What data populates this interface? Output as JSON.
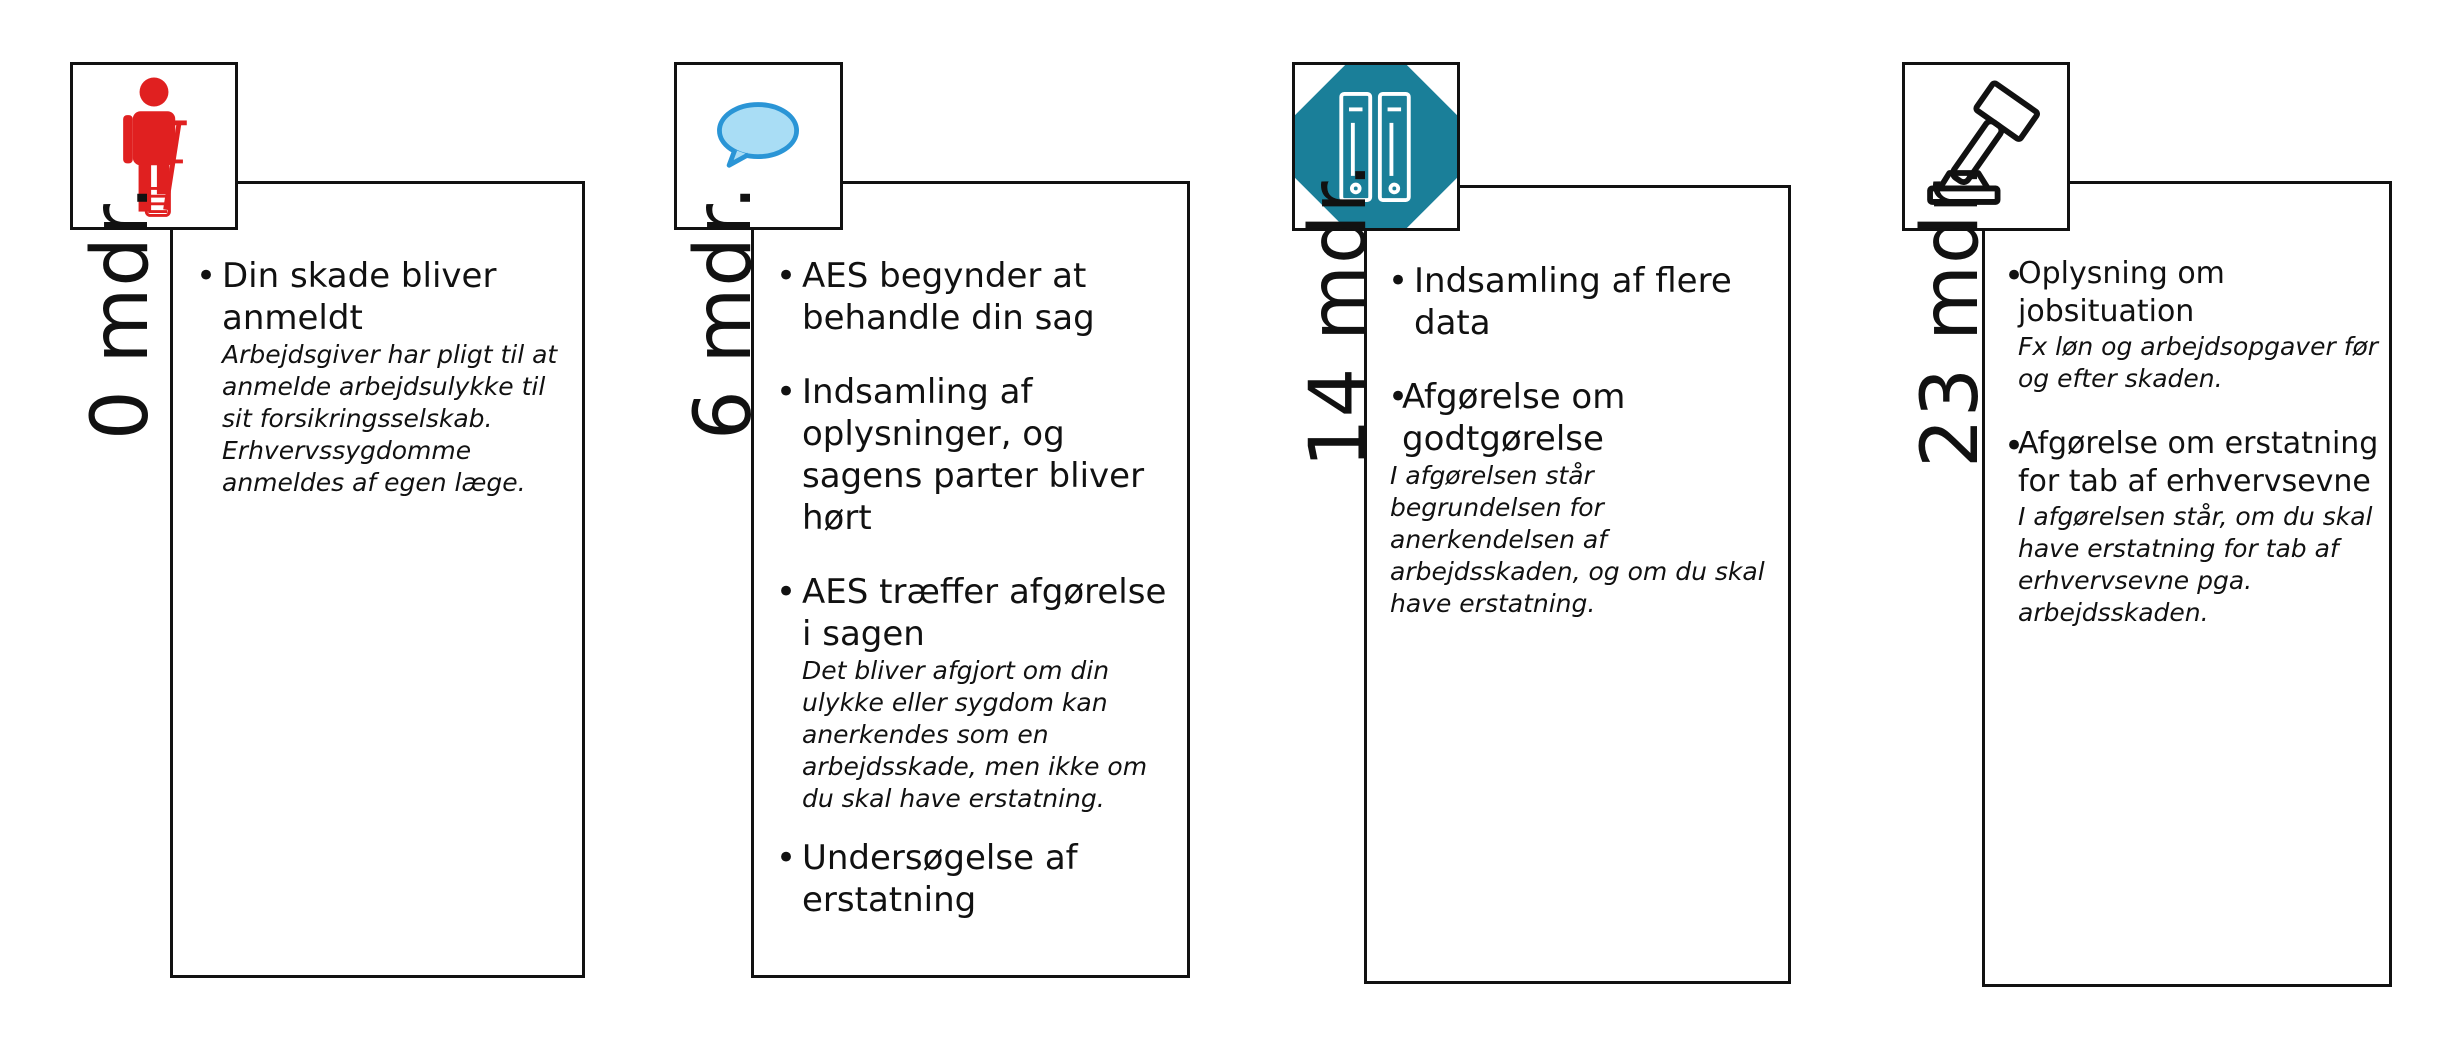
{
  "phases": [
    {
      "month": "0 mdr.",
      "icon": "injured-person-crutch-icon",
      "icon_color": "#e02020",
      "items": [
        {
          "head": "Din skade bliver anmeldt",
          "note": "Arbejdsgiver har pligt til at anmelde arbejdsulykke til sit forsikringsselskab. Erhvervssygdomme anmeldes af egen læge."
        }
      ]
    },
    {
      "month": "6 mdr.",
      "icon": "speech-bubble-icon",
      "icon_color": "#2a95d6",
      "items": [
        {
          "head": "AES begynder at behandle din sag",
          "note": ""
        },
        {
          "head": "Indsamling af oplysninger, og sagens parter bliver hørt",
          "note": ""
        },
        {
          "head": "AES træffer afgørelse i sagen",
          "note": "Det bliver afgjort om din ulykke eller sygdom kan anerkendes som en arbejdsskade, men ikke om du skal have erstatning."
        },
        {
          "head": "Undersøgelse af erstatning",
          "note": ""
        }
      ]
    },
    {
      "month": "14 mdr.",
      "icon": "binders-icon",
      "icon_color": "#1a7f99",
      "items": [
        {
          "head": "Indsamling af flere data",
          "note": ""
        },
        {
          "head": "Afgørelse om godtgørelse",
          "note": "I afgørelsen står begrundelsen for anerkendelsen af arbejdsskaden, og om du skal have erstatning."
        }
      ]
    },
    {
      "month": "23 mdr.",
      "icon": "gavel-icon",
      "icon_color": "#111111",
      "items": [
        {
          "head": "Oplysning om jobsituation",
          "note": "Fx løn og arbejdsopgaver før og efter skaden."
        },
        {
          "head": "Afgørelse om erstatning for tab af erhvervsevne",
          "note": "I afgørelsen står, om du skal have erstatning for tab af erhvervsevne pga. arbejdsskaden."
        }
      ]
    }
  ]
}
